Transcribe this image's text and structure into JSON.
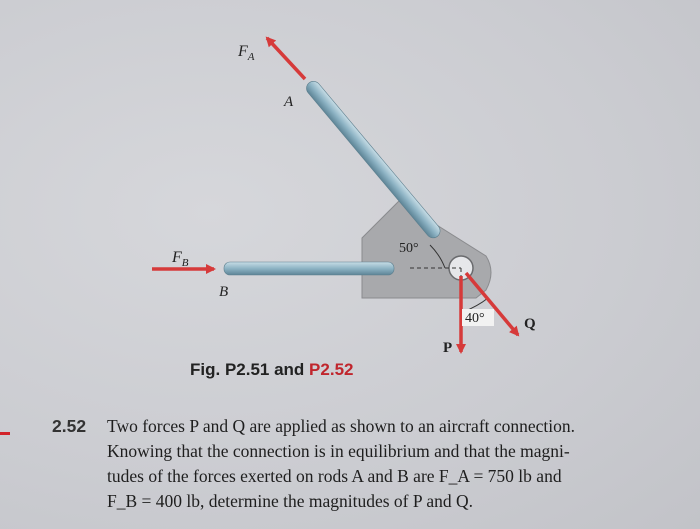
{
  "figure": {
    "force_A_label": "F",
    "force_A_sub": "A",
    "rod_A_label": "A",
    "force_B_label": "F",
    "force_B_sub": "B",
    "rod_B_label": "B",
    "angle_top": "50°",
    "angle_bottom": "40°",
    "force_P_label": "P",
    "force_Q_label": "Q",
    "colors": {
      "force_arrow": "#d63a3a",
      "rod": "#8fb5c5",
      "plate": "#a9aaad"
    }
  },
  "caption": {
    "prefix": "Fig. P2.51 and ",
    "highlight": "P2.52"
  },
  "problem": {
    "number": "2.52",
    "lines": [
      "Two forces P and Q are applied as shown to an aircraft connection.",
      "Knowing that the connection is in equilibrium and that the magni-",
      "tudes of the forces exerted on rods A and B are F_A = 750 lb and",
      "F_B = 400 lb, determine the magnitudes of P and Q."
    ]
  }
}
